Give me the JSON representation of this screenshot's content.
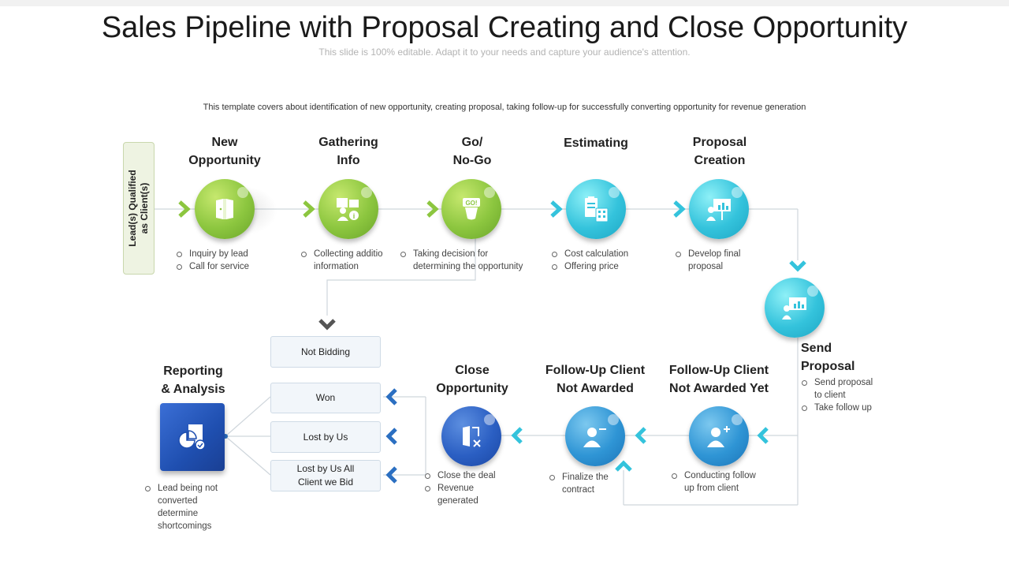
{
  "header": {
    "title": "Sales Pipeline with Proposal Creating and Close Opportunity",
    "subtitle": "This slide is 100% editable. Adapt it to your needs and capture your audience's attention.",
    "description": "This template covers about identification of new opportunity, creating proposal, taking follow-up for successfully converting opportunity for revenue  generation"
  },
  "lead": {
    "label_line1": "Lead(s) Qualified",
    "label_line2": "as Client(s)"
  },
  "stages": {
    "new_opportunity": {
      "line1": "New",
      "line2": "Opportunity",
      "bullets": [
        "Inquiry by lead",
        "Call for service"
      ],
      "icon": "door-map-icon"
    },
    "gathering_info": {
      "line1": "Gathering",
      "line2": "Info",
      "bullets": [
        "Collecting additio",
        "information"
      ],
      "icon": "people-info-icon"
    },
    "go_no_go": {
      "line1": "Go/",
      "line2": "No-Go",
      "bullets": [
        "Taking decision for",
        "determining the  opportunity"
      ],
      "icon": "go-sign-icon",
      "icon_text": "GO!"
    },
    "estimating": {
      "line1": "Estimating",
      "bullets": [
        "Cost calculation",
        "Offering price"
      ],
      "icon": "calculator-clipboard-icon"
    },
    "proposal_creation": {
      "line1": "Proposal",
      "line2": "Creation",
      "bullets": [
        "Develop final",
        "proposal"
      ],
      "icon": "presentation-icon"
    },
    "send_proposal": {
      "line1": "Send",
      "line2": "Proposal",
      "bullets": [
        "Send proposal",
        "to client",
        "Take follow up"
      ],
      "icon": "presentation-icon"
    },
    "follow_up_not_awarded_yet": {
      "line1": "Follow-Up Client",
      "line2": "Not Awarded Yet",
      "bullets": [
        "Conducting follow",
        "up from client"
      ],
      "icon": "user-add-icon"
    },
    "follow_up_not_awarded": {
      "line1": "Follow-Up Client",
      "line2": "Not Awarded",
      "bullets": [
        "Finalize the",
        "contract"
      ],
      "icon": "user-remove-icon"
    },
    "close_opportunity": {
      "line1": "Close",
      "line2": "Opportunity",
      "bullets": [
        "Close the deal",
        "Revenue",
        "generated"
      ],
      "icon": "door-close-icon"
    },
    "reporting": {
      "line1": "Reporting",
      "line2": "& Analysis",
      "bullets": [
        "Lead being not",
        "converted",
        "determine",
        "shortcomings"
      ],
      "icon": "pie-report-icon"
    }
  },
  "outcomes": {
    "not_bidding": "Not Bidding",
    "won": "Won",
    "lost_by_us": "Lost by Us",
    "lost_all_line1": "Lost by Us All",
    "lost_all_line2": "Client we Bid"
  },
  "colors": {
    "green": "#8cc63f",
    "cyan": "#34c3dc",
    "blue": "#2f95d5",
    "dark_blue": "#1f4fb0",
    "line": "#cfd6dc"
  }
}
